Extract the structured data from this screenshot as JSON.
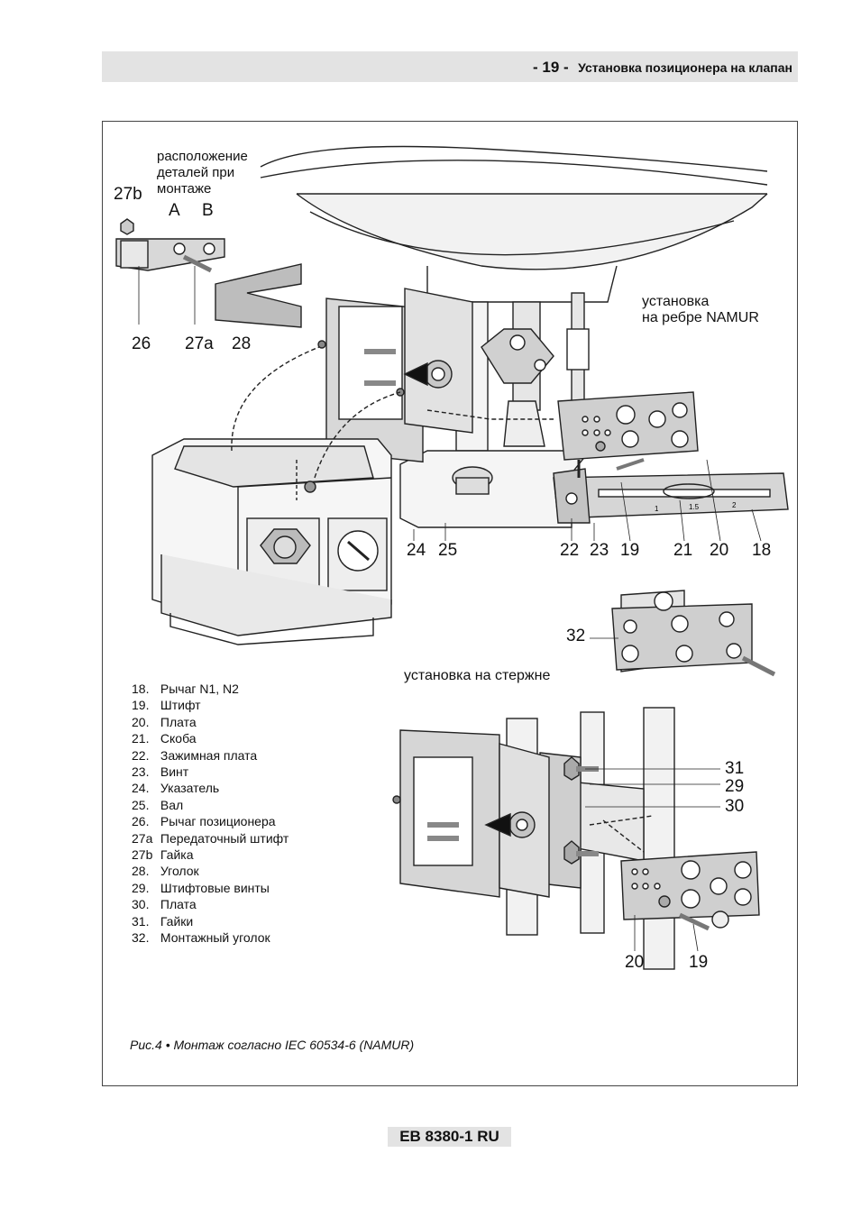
{
  "header": {
    "page_number": "- 19 -",
    "section_title": "Установка позиционера на клапан"
  },
  "figure": {
    "note_lines": [
      "расположение",
      "деталей при",
      "монтаже"
    ],
    "label_27b": "27b",
    "label_A": "A",
    "label_B": "B",
    "label_26": "26",
    "label_27a": "27a",
    "label_28": "28",
    "namur_lines": [
      "установка",
      "на ребре NAMUR"
    ],
    "callouts_top": [
      "24",
      "25",
      "22",
      "23",
      "19",
      "21",
      "20",
      "18"
    ],
    "label_32": "32",
    "rod_title": "установка на стержне",
    "label_31": "31",
    "label_29": "29",
    "label_30": "30",
    "label_20b": "20",
    "label_19b": "19",
    "scale_marks": [
      "1",
      "1.5",
      "2"
    ]
  },
  "legend": [
    {
      "num": "18.",
      "text": "Рычаг N1, N2"
    },
    {
      "num": "19.",
      "text": "Штифт"
    },
    {
      "num": "20.",
      "text": "Плата"
    },
    {
      "num": "21.",
      "text": "Скоба"
    },
    {
      "num": "22.",
      "text": "Зажимная плата"
    },
    {
      "num": "23.",
      "text": "Винт"
    },
    {
      "num": "24.",
      "text": "Указатель"
    },
    {
      "num": "25.",
      "text": "Вал"
    },
    {
      "num": "26.",
      "text": "Рычаг позиционера"
    },
    {
      "num": "27a",
      "text": "Передаточный штифт"
    },
    {
      "num": "27b",
      "text": "Гайка"
    },
    {
      "num": "28.",
      "text": "Уголок"
    },
    {
      "num": "29.",
      "text": "Штифтовые винты"
    },
    {
      "num": "30.",
      "text": "Плата"
    },
    {
      "num": "31.",
      "text": "Гайки"
    },
    {
      "num": "32.",
      "text": "Монтажный уголок"
    }
  ],
  "caption": "Рис.4 • Монтаж согласно IEC 60534-6 (NAMUR)",
  "footer": "EB 8380-1 RU"
}
